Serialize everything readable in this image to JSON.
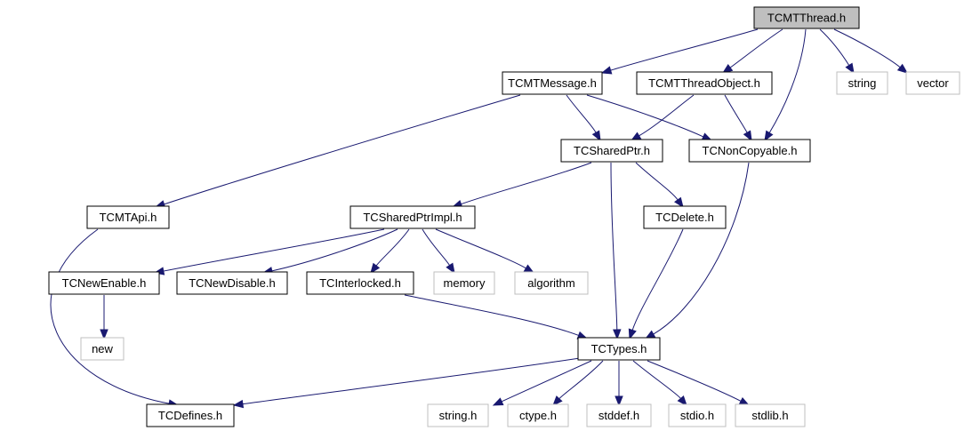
{
  "graph": {
    "colors": {
      "edge": "#191970",
      "root_fill": "#bfbfbf",
      "node_fill": "#ffffff",
      "node_border": "#000000",
      "external_border": "#bfbfbf"
    },
    "nodes": [
      {
        "id": "tcmtthread",
        "label": "TCMTThread.h",
        "kind": "root"
      },
      {
        "id": "tcmtmessage",
        "label": "TCMTMessage.h",
        "kind": "header"
      },
      {
        "id": "tcmtthreadobject",
        "label": "TCMTThreadObject.h",
        "kind": "header"
      },
      {
        "id": "string",
        "label": "string",
        "kind": "external"
      },
      {
        "id": "vector",
        "label": "vector",
        "kind": "external"
      },
      {
        "id": "tcsharedptr",
        "label": "TCSharedPtr.h",
        "kind": "header"
      },
      {
        "id": "tcnoncopyable",
        "label": "TCNonCopyable.h",
        "kind": "header"
      },
      {
        "id": "tcmtapi",
        "label": "TCMTApi.h",
        "kind": "header"
      },
      {
        "id": "tcsharedptrimpl",
        "label": "TCSharedPtrImpl.h",
        "kind": "header"
      },
      {
        "id": "tcdelete",
        "label": "TCDelete.h",
        "kind": "header"
      },
      {
        "id": "tcnewenable",
        "label": "TCNewEnable.h",
        "kind": "header"
      },
      {
        "id": "tcnewdisable",
        "label": "TCNewDisable.h",
        "kind": "header"
      },
      {
        "id": "tcinterlocked",
        "label": "TCInterlocked.h",
        "kind": "header"
      },
      {
        "id": "memory",
        "label": "memory",
        "kind": "external"
      },
      {
        "id": "algorithm",
        "label": "algorithm",
        "kind": "external"
      },
      {
        "id": "new",
        "label": "new",
        "kind": "external"
      },
      {
        "id": "tctypes",
        "label": "TCTypes.h",
        "kind": "header"
      },
      {
        "id": "tcdefines",
        "label": "TCDefines.h",
        "kind": "header"
      },
      {
        "id": "string_h",
        "label": "string.h",
        "kind": "external"
      },
      {
        "id": "ctype_h",
        "label": "ctype.h",
        "kind": "external"
      },
      {
        "id": "stddef_h",
        "label": "stddef.h",
        "kind": "external"
      },
      {
        "id": "stdio_h",
        "label": "stdio.h",
        "kind": "external"
      },
      {
        "id": "stdlib_h",
        "label": "stdlib.h",
        "kind": "external"
      }
    ],
    "edges": [
      {
        "from": "tcmtthread",
        "to": "tcmtmessage"
      },
      {
        "from": "tcmtthread",
        "to": "tcmtthreadobject"
      },
      {
        "from": "tcmtthread",
        "to": "tcnoncopyable"
      },
      {
        "from": "tcmtthread",
        "to": "string"
      },
      {
        "from": "tcmtthread",
        "to": "vector"
      },
      {
        "from": "tcmtmessage",
        "to": "tcmtapi"
      },
      {
        "from": "tcmtmessage",
        "to": "tcsharedptr"
      },
      {
        "from": "tcmtmessage",
        "to": "tcnoncopyable"
      },
      {
        "from": "tcmtthreadobject",
        "to": "tcsharedptr"
      },
      {
        "from": "tcmtthreadobject",
        "to": "tcnoncopyable"
      },
      {
        "from": "tcsharedptr",
        "to": "tcsharedptrimpl"
      },
      {
        "from": "tcsharedptr",
        "to": "tcdelete"
      },
      {
        "from": "tcsharedptr",
        "to": "tctypes"
      },
      {
        "from": "tcnoncopyable",
        "to": "tctypes"
      },
      {
        "from": "tcmtapi",
        "to": "tcdefines"
      },
      {
        "from": "tcsharedptrimpl",
        "to": "tcnewenable"
      },
      {
        "from": "tcsharedptrimpl",
        "to": "tcnewdisable"
      },
      {
        "from": "tcsharedptrimpl",
        "to": "tcinterlocked"
      },
      {
        "from": "tcsharedptrimpl",
        "to": "memory"
      },
      {
        "from": "tcsharedptrimpl",
        "to": "algorithm"
      },
      {
        "from": "tcdelete",
        "to": "tctypes"
      },
      {
        "from": "tcnewenable",
        "to": "new"
      },
      {
        "from": "tcinterlocked",
        "to": "tctypes"
      },
      {
        "from": "tctypes",
        "to": "tcdefines"
      },
      {
        "from": "tctypes",
        "to": "string_h"
      },
      {
        "from": "tctypes",
        "to": "ctype_h"
      },
      {
        "from": "tctypes",
        "to": "stddef_h"
      },
      {
        "from": "tctypes",
        "to": "stdio_h"
      },
      {
        "from": "tctypes",
        "to": "stdlib_h"
      }
    ]
  }
}
